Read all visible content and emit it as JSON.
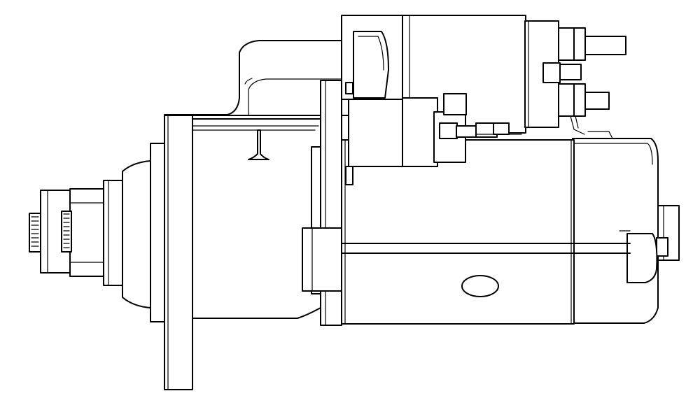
{
  "drawing": {
    "subject": "starter-motor-line-drawing",
    "colors": {
      "line": "#000000",
      "background": "#ffffff"
    },
    "parts": [
      "drive-pinion",
      "drive-nose",
      "mounting-flange",
      "drive-housing",
      "solenoid",
      "solenoid-terminals",
      "yoke",
      "through-bolt",
      "commutator-end-cap"
    ]
  }
}
